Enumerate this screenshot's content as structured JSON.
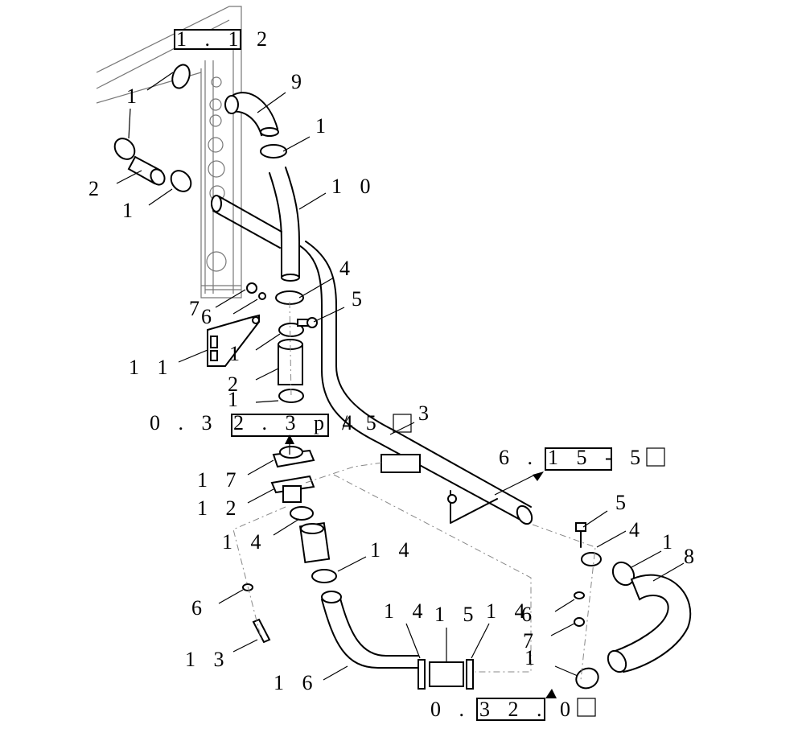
{
  "callouts": {
    "c1a": "1",
    "c1b": "1",
    "c1c": "1",
    "c1d": "1",
    "c1e": "1",
    "c1f": "1",
    "c1g": "1",
    "c2a": "2",
    "c2b": "2",
    "c3": "3",
    "c4a": "4",
    "c4b": "4",
    "c5a": "5",
    "c5b": "5",
    "c6a": "6",
    "c6b": "6",
    "c6c": "6",
    "c7a": "7",
    "c7b": "7",
    "c8": "8",
    "c9": "9",
    "c10": "1 0",
    "c11": "1 1",
    "c12": "1 2",
    "c13": "1 3",
    "c14a": "1 4",
    "c14b": "1 4",
    "c14c": "1 4",
    "c14d": "1 4",
    "c15": "1 5",
    "c16": "1 6",
    "c17": "1 7"
  },
  "references": {
    "ref_top": "1 . 1 2",
    "ref_mid_prefix": "0 . 3",
    "ref_mid_box": "2 . 3 p 4",
    "ref_mid_suffix": "/ 5",
    "ref_right_prefix": "6 .",
    "ref_right_box": "1 5 - 5",
    "ref_bottom_prefix": "0 .",
    "ref_bottom_box": "3 2 . 0"
  }
}
